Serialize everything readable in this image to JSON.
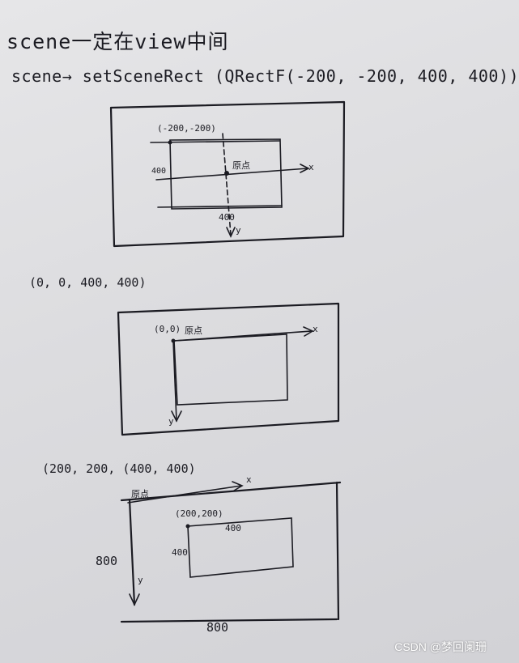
{
  "notes": {
    "title": "scene一定在view中间",
    "call": "scene→ setSceneRect (QRectF(-200, -200, 400, 400))"
  },
  "sketch1": {
    "corner_label": "(-200,-200)",
    "left_tick": "400",
    "center_label": "原点",
    "x_axis": "x",
    "bottom_size": "400",
    "y_axis": "y"
  },
  "sketch2": {
    "rect_label": "(0, 0, 400, 400)",
    "origin_label": "(0,0)",
    "center_label": "原点",
    "x_axis": "x",
    "y_axis": "y"
  },
  "sketch3": {
    "rect_label": "(200, 200, (400, 400)",
    "origin_label": "原点",
    "x_axis": "x",
    "inner_corner": "(200,200)",
    "inner_width": "400",
    "inner_height": "400",
    "left_size": "800",
    "y_axis": "y",
    "bottom_size": "800"
  },
  "watermark": "CSDN @梦回阑珊"
}
